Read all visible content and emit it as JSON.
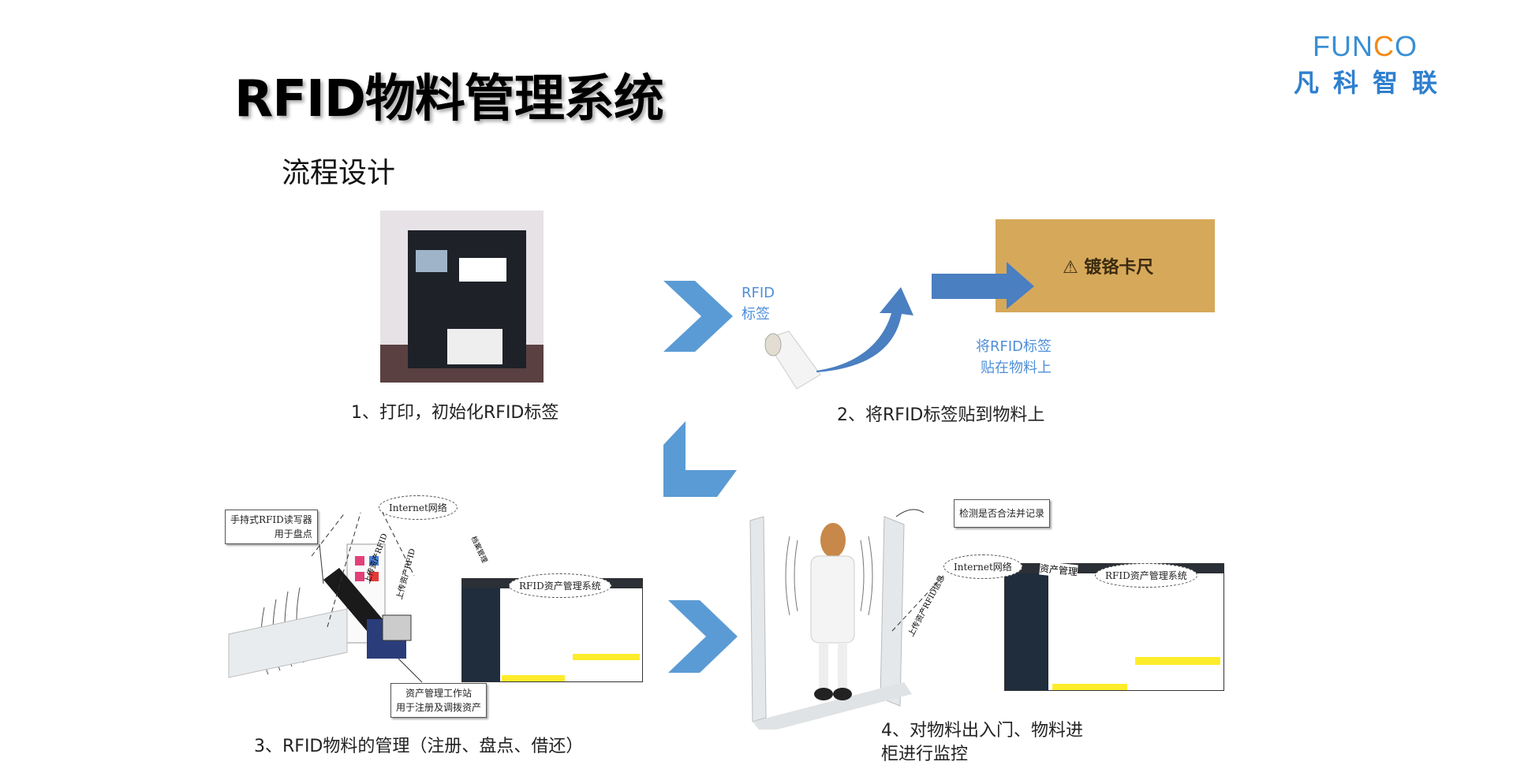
{
  "title": "RFID物料管理系统",
  "subtitle": "流程设计",
  "logo": {
    "en_prefix": "FUN",
    "en_c": "C",
    "en_suffix": "O",
    "cn": "凡科智联",
    "colors": {
      "blue": "#3a8fd4",
      "orange": "#f28a1a"
    }
  },
  "step1": {
    "caption": "1、打印，初始化RFID标签"
  },
  "step2": {
    "tag_label_line1": "RFID",
    "tag_label_line2": "标签",
    "note_line1": "将RFID标签",
    "note_line2": "贴在物料上",
    "caption": "2、将RFID标签贴到物料上"
  },
  "step3": {
    "reader_note_line1": "手持式RFID读写器",
    "reader_note_line2": "用于盘点",
    "cloud": "Internet网络",
    "upload1": "上传资产RFID",
    "upload2": "上传资产RFID",
    "data_sync": "档案管理",
    "system_cloud": "RFID资产管理系统",
    "station_note_line1": "资产管理工作站",
    "station_note_line2": "用于注册及调拨资产",
    "caption": "3、RFID物料的管理（注册、盘点、借还）"
  },
  "step4": {
    "detect_note": "检测是否合法并记录",
    "cloud": "Internet网络",
    "upload": "上传资产RFID信息",
    "asset_label": "资产管理",
    "system_cloud": "RFID资产管理系统",
    "caption_line1": "4、对物料出入门、物料进",
    "caption_line2": "柜进行监控"
  },
  "colors": {
    "arrow": "#5b9bd5",
    "accent_text": "#4f8fd8"
  }
}
